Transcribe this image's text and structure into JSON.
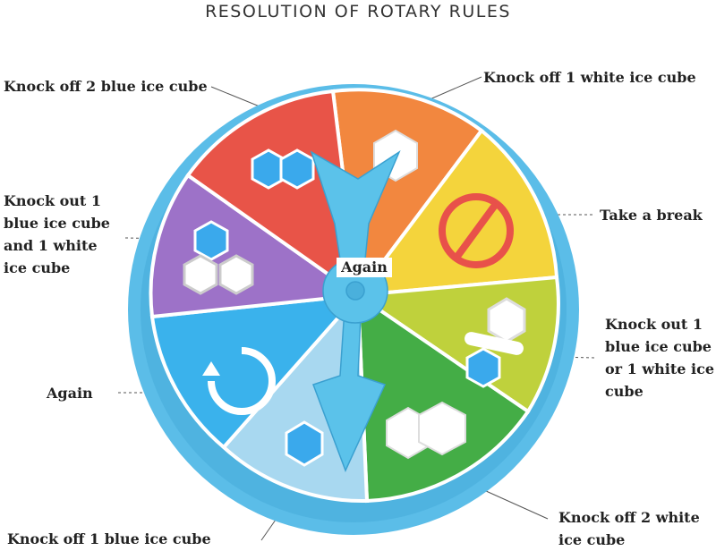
{
  "title": "RESOLUTION OF ROTARY RULES",
  "center_label": "Again",
  "labels": {
    "top_left": "Knock off 2 blue ice cube",
    "top_right": "Knock off 1 white ice cube",
    "left_upper": [
      "Knock out 1",
      "blue ice cube",
      "and 1 white",
      "ice cube"
    ],
    "right_upper": "Take a break",
    "right_lower": [
      "Knock out 1",
      "blue ice cube",
      "or 1 white ice",
      "cube"
    ],
    "left_lower": "Again",
    "bottom_left": "Knock off 1 blue ice cube",
    "bottom_right": [
      "Knock off 2 white",
      "ice cube"
    ]
  },
  "colors": {
    "rim": "#5bbde8",
    "red": "#e85448",
    "orange": "#f2873f",
    "yellow": "#f4d43c",
    "lime": "#bfd13c",
    "green": "#44ad46",
    "light_blue": "#a8d8f0",
    "blue": "#3ab2ec",
    "purple": "#9d72c8",
    "ice_blue": "#3aa9ec",
    "ice_white": "#ffffff",
    "arrow": "#5bc2ea",
    "stop_sign": "#e8514a"
  },
  "icons": {
    "stop": "no-entry-icon",
    "again": "circular-arrow-icon",
    "ice": "hexagon-ice-cube-icon"
  }
}
